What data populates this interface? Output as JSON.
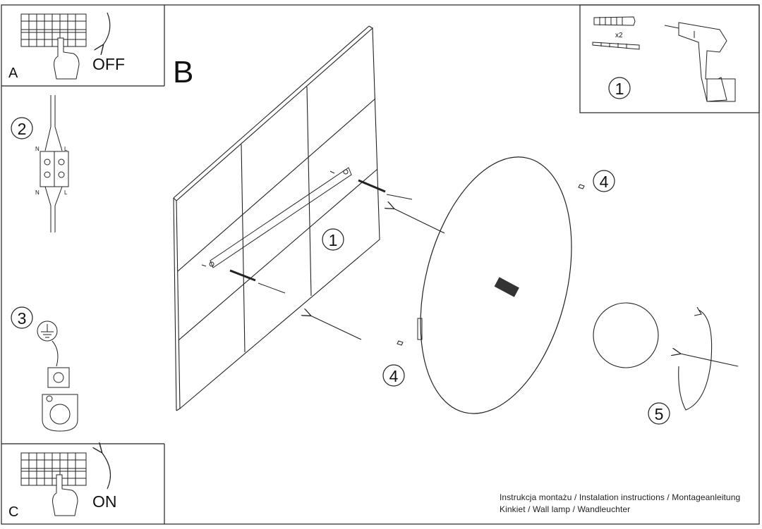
{
  "panel_a": {
    "letter": "A",
    "switch_text": "OFF"
  },
  "panel_c": {
    "letter": "C",
    "switch_text": "ON"
  },
  "panel_b": {
    "letter": "B"
  },
  "steps": {
    "wiring": "2",
    "ground": "3",
    "tools": "1",
    "wall": "1",
    "screw_top": "4",
    "screw_bottom": "4",
    "cover": "5"
  },
  "terminal_labels": {
    "neutral": "N",
    "live": "L"
  },
  "tools": {
    "anchor_qty": "x2"
  },
  "caption": {
    "line1": "Instrukcja montażu / Instalation instructions / Montageanleitung",
    "line2": "Kinkiet / Wall lamp / Wandleuchter"
  }
}
